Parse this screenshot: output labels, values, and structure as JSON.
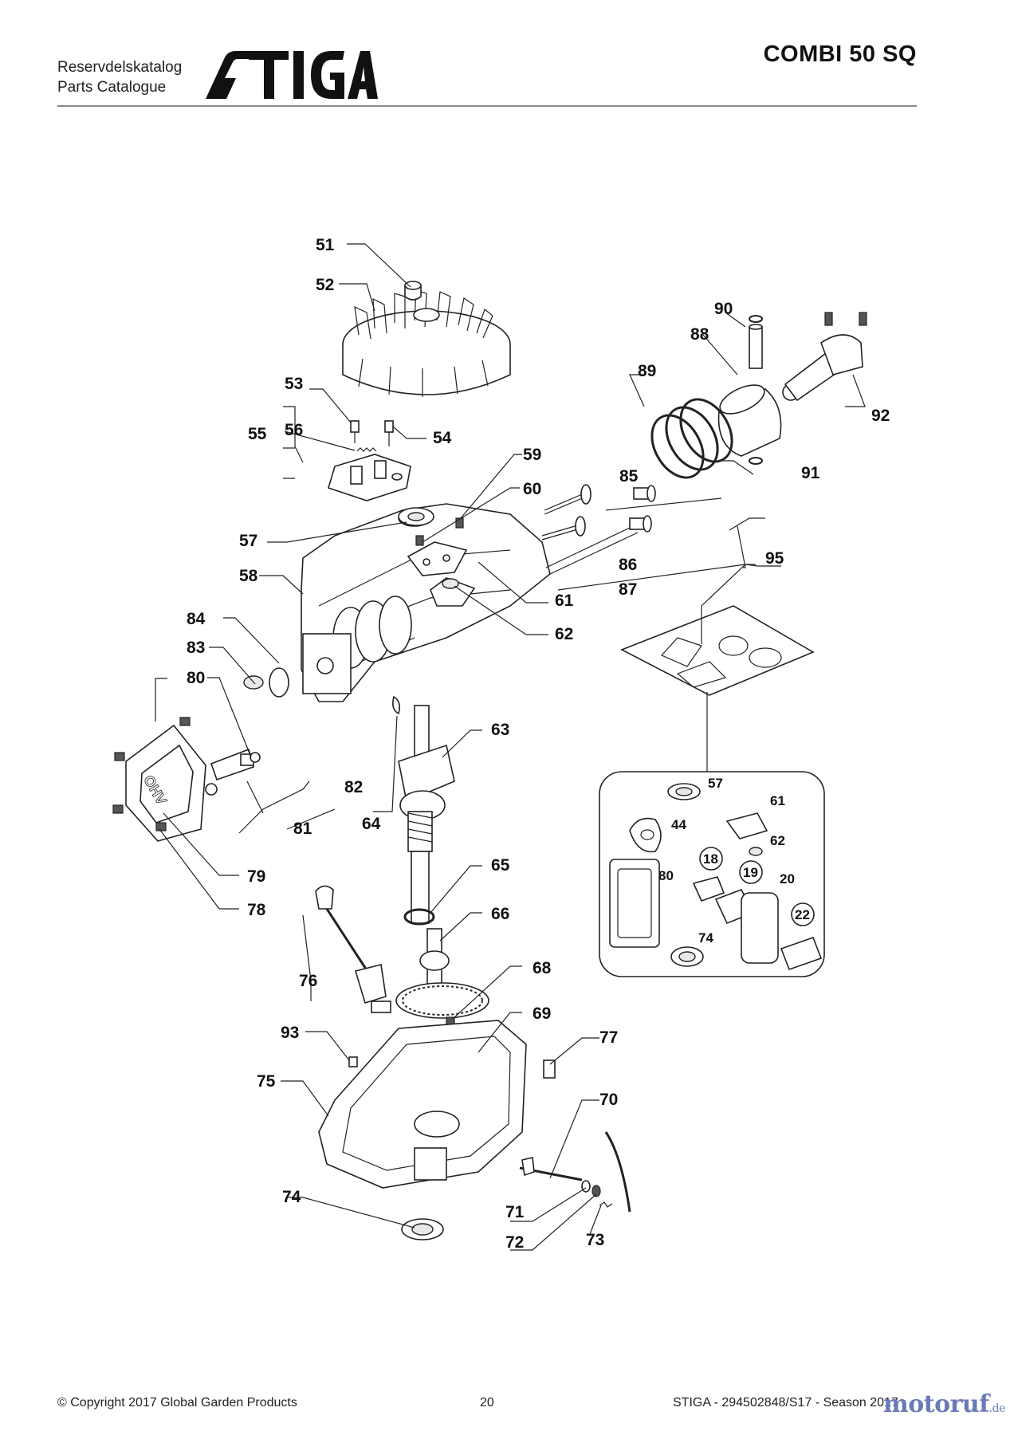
{
  "header": {
    "catalog_sv": "Reservdelskatalog",
    "catalog_en": "Parts Catalogue",
    "brand": "STIGA",
    "model": "COMBI 50 SQ"
  },
  "footer": {
    "copyright": "© Copyright 2017 Global Garden Products",
    "page_number": "20",
    "document_ref": "STIGA - 294502848/S17 - Season 2017",
    "watermark": "motoruf",
    "watermark_tld": ".de"
  },
  "callouts": {
    "c51": "51",
    "c52": "52",
    "c53": "53",
    "c54": "54",
    "c55": "55",
    "c56": "56",
    "c57": "57",
    "c58": "58",
    "c59": "59",
    "c60": "60",
    "c61": "61",
    "c62": "62",
    "c63": "63",
    "c64": "64",
    "c65": "65",
    "c66": "66",
    "c68": "68",
    "c69": "69",
    "c70": "70",
    "c71": "71",
    "c72": "72",
    "c73": "73",
    "c74": "74",
    "c75": "75",
    "c76": "76",
    "c77": "77",
    "c78": "78",
    "c79": "79",
    "c80": "80",
    "c81": "81",
    "c82": "82",
    "c83": "83",
    "c84": "84",
    "c85": "85",
    "c86": "86",
    "c87": "87",
    "c88": "88",
    "c89": "89",
    "c90": "90",
    "c91": "91",
    "c92": "92",
    "c93": "93",
    "c95": "95"
  },
  "kit_callouts": {
    "k57": "57",
    "k61": "61",
    "k44": "44",
    "k62": "62",
    "k18": "18",
    "k19": "19",
    "k20": "20",
    "k80": "80",
    "k22": "22",
    "k74": "74"
  },
  "valve_cover_text": "OHV"
}
